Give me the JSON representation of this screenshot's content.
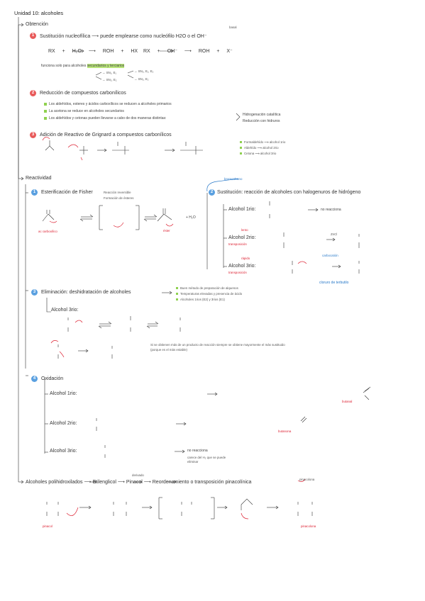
{
  "title": "Unidad 10: alcoholes",
  "obtencion": {
    "label": "Obtención",
    "sec1": {
      "num": "1",
      "heading": "Sustitución nucleofílica ⟶ puede emplearse como nucleófilo H2O o el OH⁻",
      "note_basal": "basal",
      "eq_left": "RX + H₂O ⟶ ROH + HX",
      "eq_right": "RX + OH⁻ ⟶ ROH + X⁻",
      "works_prefix": "funciona solo para alcoholes ",
      "works_highlight": "secundarios y terciarios",
      "sn1": "→ SN₁, E₁",
      "sn2": "→ SN₂, E₂",
      "sn1b": "→ SN₂, E₁, E₂",
      "sn2b": "→ SN₂, E₂"
    },
    "sec2": {
      "num": "2",
      "heading": "Reducción de compuestos carbonílicos",
      "items": [
        "Los aldehídos, esteres y ácidos carboxílicos se reducen a alcoholes primarios",
        "La acetona se reduce en alcoholes secundarios",
        "Los aldehídos y cetonas pueden llevarse a cabo de dos maneras distintas:"
      ],
      "ways": [
        "Hidrogenación catalítica",
        "Reducción con hidruros"
      ]
    },
    "sec3": {
      "num": "3",
      "heading": "Adición de Reactivo de Grignard a compuestos carbonílicos",
      "legend": [
        "Formaldehído ⟶ alcohol 1rio",
        "Aldehído ⟶ alcohol 2rio",
        "Cetona ⟶ alcohol 3rio"
      ]
    }
  },
  "reactividad": {
    "label": "Reactividad",
    "sec1": {
      "num": "1",
      "heading": "Esterificación de Fisher",
      "notes": [
        "Reacción reversible",
        "Formación de ésteres"
      ],
      "label_acid": "ac carboxílico",
      "label_ester": "éster",
      "water": "+ H₂O"
    },
    "sec2": {
      "num": "2",
      "heading": "Sustitución: reacción de alcoholes con halogenuros de hidrógeno",
      "note_top": "bromoalcano",
      "rows": [
        {
          "label": "Alcohol 1rio:",
          "result": "no reacciona"
        },
        {
          "label": "Alcohol 2rio:",
          "note": "lento",
          "sub": "transposición",
          "catalyst": "ZnCl"
        },
        {
          "label": "Alcohol 3rio:",
          "note": "rápido",
          "sub": "transposición",
          "tail": "cloruro de terbutilo",
          "cat_note": "carbocatión"
        }
      ]
    },
    "sec3": {
      "num": "3",
      "heading": "Eliminación: deshidratación de alcoholes",
      "list": [
        "Buen método de preparación de alquenos",
        "Temperaturas elevadas y presencia de ácido",
        "Alcoholes 1rios (E2) y 3rios (E1)"
      ],
      "row_label": "Alcohol 3rio:",
      "note": "Si se obtienen más de un producto de reacción siempre se obtiene mayormente el más sustituido (porque es el más estable)"
    },
    "sec4": {
      "num": "4",
      "heading": "Oxidación",
      "rows": [
        {
          "label": "Alcohol 1rio:",
          "product": "butanal"
        },
        {
          "label": "Alcohol 2rio:",
          "product": "butanona"
        },
        {
          "label": "Alcohol 3rio:",
          "product": "no reacciona",
          "why": "carece del H₂ que se puede eliminar"
        }
      ]
    },
    "pinacol": {
      "line": "Alcoholes polihidroxilados ⟶ Etilenglicol ⟶ Pinacol ⟶ Reordenamiento o transposición pinacolínica",
      "note_above": "derivado",
      "note_after": "pinacolona",
      "label_left": "pinacol",
      "label_right": "pinacolona"
    }
  }
}
